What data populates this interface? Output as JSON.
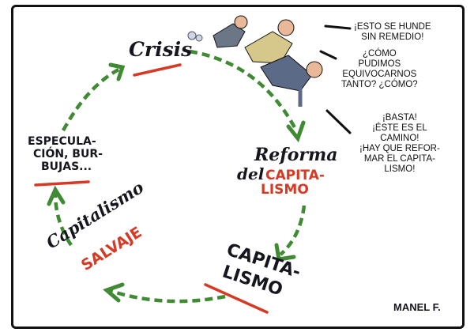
{
  "cycle": {
    "crisis": "Crisis",
    "reforma_1": "Reforma",
    "reforma_2": "del",
    "reforma_3": "CAPITA-",
    "reforma_4": "LISMO",
    "capitalismo_1": "CAPITA-",
    "capitalismo_2": "LISMO",
    "salvaje_1": "Capitalismo",
    "salvaje_2": "SALVAJE",
    "especulacion_1": "ESPECULA-",
    "especulacion_2": "CIÓN, BUR-",
    "especulacion_3": "BUJAS..."
  },
  "speech": {
    "line1": "¡ESTO SE HUNDE\nSIN REMEDIO!",
    "line2": "¿CÓMO\nPUDIMOS\nEQUIVOCARNOS\nTANTO? ¿CÓMO?",
    "line3": "¡BASTA!\n¡ÉSTE ES EL\nCAMINO!\n¡HAY QUE REFOR-\nMAR EL CAPITA-\nLISMO!"
  },
  "signature": "MANEL F.",
  "colors": {
    "arrow": "#3f8a33",
    "accent": "#d63a24",
    "ink": "#16161e"
  }
}
